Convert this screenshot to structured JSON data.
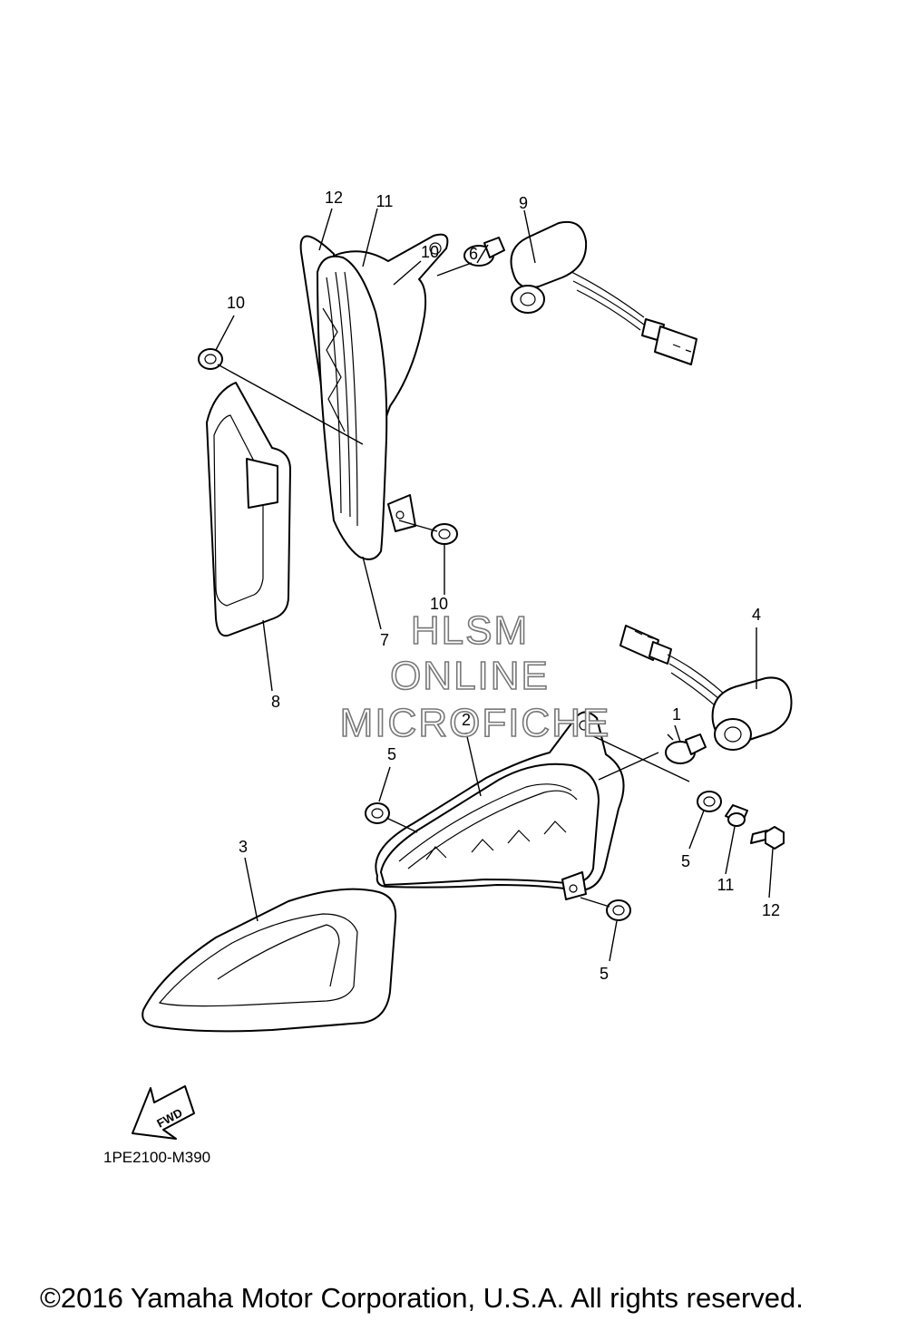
{
  "callouts": {
    "c1": "1",
    "c2": "2",
    "c3": "3",
    "c4": "4",
    "c5a": "5",
    "c5b": "5",
    "c5c": "5",
    "c6": "6",
    "c7": "7",
    "c8": "8",
    "c9": "9",
    "c10a": "10",
    "c10b": "10",
    "c10c": "10",
    "c11a": "11",
    "c11b": "11",
    "c12a": "12",
    "c12b": "12"
  },
  "watermark": {
    "line1": "HLSM",
    "line2": "ONLINE",
    "line3": "MICROFICHE"
  },
  "fwd_label": "FWD",
  "diagram_code": "1PE2100-M390",
  "copyright": "©2016 Yamaha Motor Corporation, U.S.A. All rights reserved."
}
